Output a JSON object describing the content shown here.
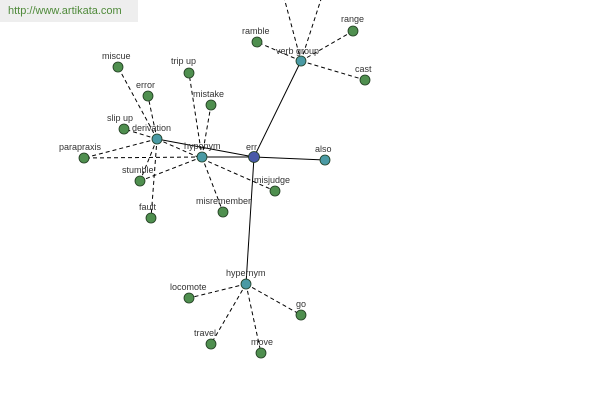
{
  "watermark": "http://www.artikata.com",
  "colors": {
    "root": "#4a5aa8",
    "relation": "#4a9aa4",
    "word": "#4f8f4f",
    "stroke": "#1f3a1f"
  },
  "nodes": {
    "err": {
      "label": "err",
      "kind": "root"
    },
    "verb_group": {
      "label": "verb group",
      "kind": "relation"
    },
    "ramble": {
      "label": "ramble",
      "kind": "word"
    },
    "range": {
      "label": "range",
      "kind": "word"
    },
    "cast": {
      "label": "cast",
      "kind": "word"
    },
    "also": {
      "label": "also",
      "kind": "relation"
    },
    "derivation": {
      "label": "derivation",
      "kind": "relation"
    },
    "miscue": {
      "label": "miscue",
      "kind": "word"
    },
    "error": {
      "label": "error",
      "kind": "word"
    },
    "slip_up": {
      "label": "slip up",
      "kind": "word"
    },
    "parapraxis": {
      "label": "parapraxis",
      "kind": "word"
    },
    "stumble": {
      "label": "stumble",
      "kind": "word"
    },
    "fault": {
      "label": "fault",
      "kind": "word"
    },
    "hyponym": {
      "label": "hyponym",
      "kind": "relation"
    },
    "trip_up": {
      "label": "trip up",
      "kind": "word"
    },
    "mistake": {
      "label": "mistake",
      "kind": "word"
    },
    "misremember": {
      "label": "misremember",
      "kind": "word"
    },
    "misjudge": {
      "label": "misjudge",
      "kind": "word"
    },
    "hypernym": {
      "label": "hypernym",
      "kind": "relation"
    },
    "locomote": {
      "label": "locomote",
      "kind": "word"
    },
    "go": {
      "label": "go",
      "kind": "word"
    },
    "travel": {
      "label": "travel",
      "kind": "word"
    },
    "move": {
      "label": "move",
      "kind": "word"
    }
  },
  "edges": [
    {
      "from": "err",
      "to": "verb_group",
      "style": "solid"
    },
    {
      "from": "err",
      "to": "also",
      "style": "solid"
    },
    {
      "from": "err",
      "to": "derivation",
      "style": "solid"
    },
    {
      "from": "err",
      "to": "hyponym",
      "style": "solid"
    },
    {
      "from": "err",
      "to": "hypernym",
      "style": "solid"
    },
    {
      "from": "verb_group",
      "to": "ramble",
      "style": "dashed"
    },
    {
      "from": "verb_group",
      "to": "range",
      "style": "dashed"
    },
    {
      "from": "verb_group",
      "to": "cast",
      "style": "dashed"
    },
    {
      "from": "verb_group",
      "to": "offscreen-a",
      "style": "dashed"
    },
    {
      "from": "verb_group",
      "to": "offscreen-b",
      "style": "dashed"
    },
    {
      "from": "derivation",
      "to": "miscue",
      "style": "dashed"
    },
    {
      "from": "derivation",
      "to": "error",
      "style": "dashed"
    },
    {
      "from": "derivation",
      "to": "slip_up",
      "style": "dashed"
    },
    {
      "from": "derivation",
      "to": "parapraxis",
      "style": "dashed"
    },
    {
      "from": "derivation",
      "to": "stumble",
      "style": "dashed"
    },
    {
      "from": "derivation",
      "to": "fault",
      "style": "dashed"
    },
    {
      "from": "derivation",
      "to": "misjudge",
      "style": "dashed"
    },
    {
      "from": "hyponym",
      "to": "trip_up",
      "style": "dashed"
    },
    {
      "from": "hyponym",
      "to": "mistake",
      "style": "dashed"
    },
    {
      "from": "hyponym",
      "to": "misremember",
      "style": "dashed"
    },
    {
      "from": "hyponym",
      "to": "stumble",
      "style": "dashed"
    },
    {
      "from": "hyponym",
      "to": "parapraxis",
      "style": "dashed"
    },
    {
      "from": "hypernym",
      "to": "locomote",
      "style": "dashed"
    },
    {
      "from": "hypernym",
      "to": "go",
      "style": "dashed"
    },
    {
      "from": "hypernym",
      "to": "travel",
      "style": "dashed"
    },
    {
      "from": "hypernym",
      "to": "move",
      "style": "dashed"
    }
  ]
}
